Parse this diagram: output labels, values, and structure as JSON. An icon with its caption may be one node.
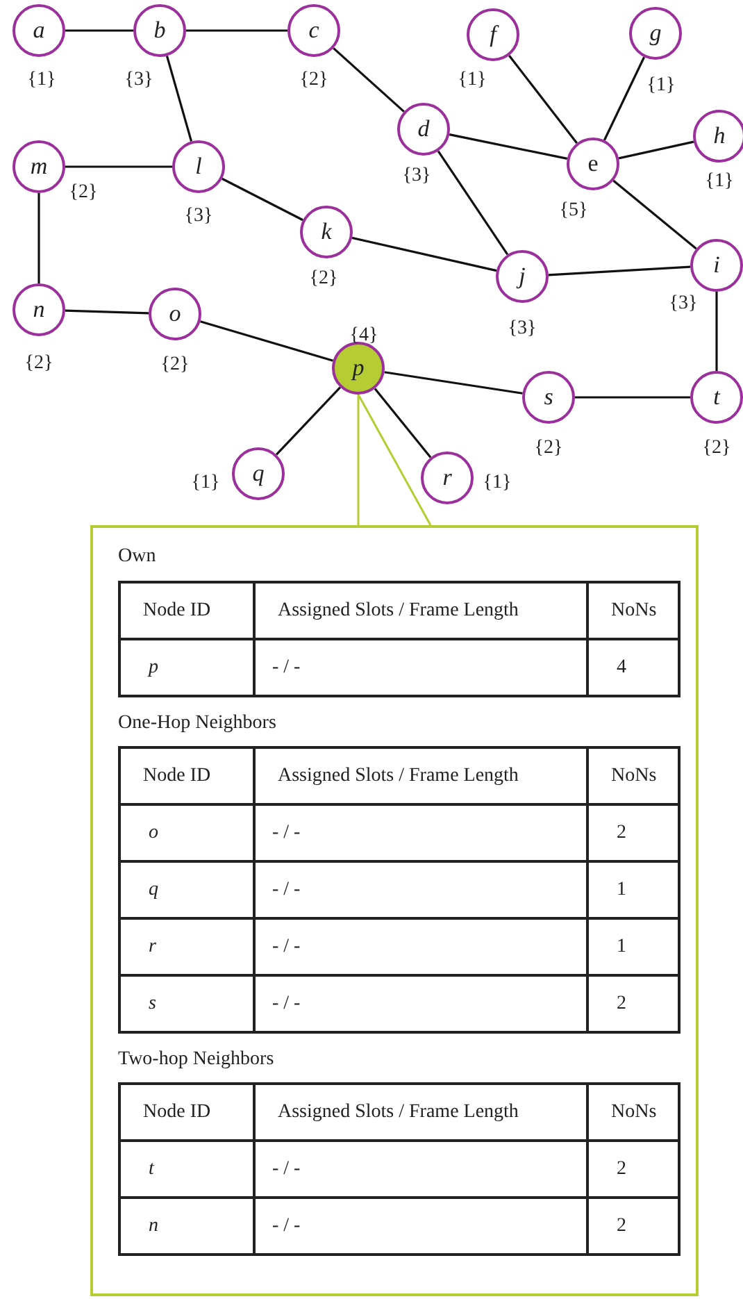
{
  "diagram": {
    "nodes": [
      {
        "text": [
          "a"
        ],
        "beside": [
          "{1}"
        ]
      },
      {
        "text": [
          "b"
        ],
        "beside": [
          "{3}"
        ]
      },
      {
        "text": [
          "c"
        ],
        "beside": [
          "{2}"
        ]
      },
      {
        "text": [
          "d"
        ],
        "beside": [
          "{3}"
        ]
      },
      {
        "text": [
          "e"
        ],
        "beside": [
          "{5}"
        ]
      },
      {
        "text": [
          "f"
        ],
        "beside": [
          "{1}"
        ]
      },
      {
        "text": [
          "g"
        ],
        "beside": [
          "{1}"
        ]
      },
      {
        "text": [
          "h"
        ],
        "beside": [
          "{1}"
        ]
      },
      {
        "text": [
          "i"
        ],
        "beside": [
          "{3}"
        ]
      },
      {
        "text": [
          "j"
        ],
        "beside": [
          "{3}"
        ]
      },
      {
        "text": [
          "k"
        ],
        "beside": [
          "{2}"
        ]
      },
      {
        "text": [
          "l"
        ],
        "beside": [
          "{3}"
        ]
      },
      {
        "text": [
          "m"
        ],
        "beside": [
          "{2}"
        ]
      },
      {
        "text": [
          "n"
        ],
        "beside": [
          "{2}"
        ]
      },
      {
        "text": [
          "o"
        ],
        "beside": [
          "{2}"
        ]
      },
      {
        "text": [
          "p"
        ],
        "beside": [
          "{4}"
        ]
      },
      {
        "text": [
          "q"
        ],
        "beside": [
          "{1}"
        ]
      },
      {
        "text": [
          "r"
        ],
        "beside": [
          "{1}"
        ]
      },
      {
        "text": [
          "s"
        ],
        "beside": [
          "{2}"
        ]
      },
      {
        "text": [
          "t"
        ],
        "beside": [
          "{2}"
        ]
      },
      {
        "text": [
          "Own",
          "One-Hop Neighbors",
          "Two-hop Neighbors"
        ]
      },
      {
        "text": [
          "Node ID",
          "Assigned Slots / Frame Length",
          "NoNs",
          "p",
          "- / -",
          "4"
        ],
        "in": 20
      },
      {
        "text": [
          "Node ID",
          "Assigned Slots / Frame Length",
          "NoNs",
          "o",
          "- / -",
          "2",
          "q",
          "- / -",
          "1",
          "r",
          "- / -",
          "1",
          "s",
          "- / -",
          "2"
        ],
        "in": 20
      },
      {
        "text": [
          "Node ID",
          "Assigned Slots / Frame Length",
          "NoNs",
          "t",
          "- / -",
          "2",
          "n",
          "- / -",
          "2"
        ],
        "in": 20
      }
    ],
    "edges": [
      {
        "from": 0,
        "to": 1,
        "arrow": "none"
      },
      {
        "from": 1,
        "to": 2,
        "arrow": "none"
      },
      {
        "from": 1,
        "to": 11,
        "arrow": "none"
      },
      {
        "from": 2,
        "to": 3,
        "arrow": "none"
      },
      {
        "from": 3,
        "to": 4,
        "arrow": "none"
      },
      {
        "from": 3,
        "to": 9,
        "arrow": "none"
      },
      {
        "from": 5,
        "to": 4,
        "arrow": "none"
      },
      {
        "from": 6,
        "to": 4,
        "arrow": "none"
      },
      {
        "from": 4,
        "to": 7,
        "arrow": "none"
      },
      {
        "from": 4,
        "to": 8,
        "arrow": "none"
      },
      {
        "from": 12,
        "to": 11,
        "arrow": "none"
      },
      {
        "from": 11,
        "to": 10,
        "arrow": "none"
      },
      {
        "from": 10,
        "to": 9,
        "arrow": "none"
      },
      {
        "from": 9,
        "to": 8,
        "arrow": "none"
      },
      {
        "from": 12,
        "to": 13,
        "arrow": "none"
      },
      {
        "from": 13,
        "to": 14,
        "arrow": "none"
      },
      {
        "from": 14,
        "to": 15,
        "arrow": "none"
      },
      {
        "from": 15,
        "to": 18,
        "arrow": "none"
      },
      {
        "from": 15,
        "to": 16,
        "arrow": "none"
      },
      {
        "from": 15,
        "to": 17,
        "arrow": "none"
      },
      {
        "from": 18,
        "to": 19,
        "arrow": "none"
      },
      {
        "from": 8,
        "to": 19,
        "arrow": "none"
      },
      {
        "from": 15,
        "to": 20,
        "arrow": "none",
        "color": "#b5cc33"
      }
    ]
  }
}
